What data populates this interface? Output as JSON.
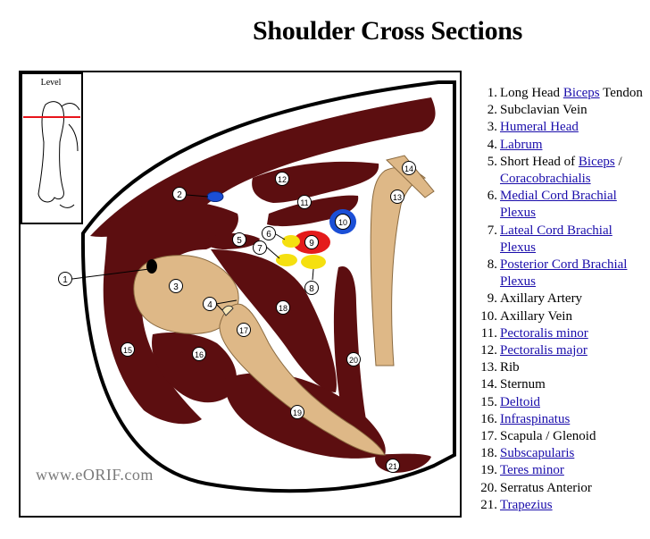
{
  "page": {
    "title": "Shoulder Cross Sections"
  },
  "figure": {
    "inset_label": "Level",
    "watermark": "www.eORIF.com",
    "callouts": [
      "1",
      "2",
      "3",
      "4",
      "5",
      "6",
      "7",
      "8",
      "9",
      "10",
      "11",
      "12",
      "13",
      "14",
      "15",
      "16",
      "17",
      "18",
      "19",
      "20",
      "21"
    ]
  },
  "legend": [
    {
      "num": "1.",
      "parts": [
        {
          "t": "Long Head "
        },
        {
          "t": "Biceps",
          "link": true
        },
        {
          "t": " Tendon"
        }
      ]
    },
    {
      "num": "2.",
      "parts": [
        {
          "t": "Subclavian Vein"
        }
      ]
    },
    {
      "num": "3.",
      "parts": [
        {
          "t": "Humeral Head",
          "link": true
        }
      ]
    },
    {
      "num": "4.",
      "parts": [
        {
          "t": "Labrum",
          "link": true
        }
      ]
    },
    {
      "num": "5.",
      "parts": [
        {
          "t": "Short Head of "
        },
        {
          "t": "Biceps",
          "link": true
        },
        {
          "t": " / "
        },
        {
          "t": "Coracobrachialis",
          "link": true
        }
      ]
    },
    {
      "num": "6.",
      "parts": [
        {
          "t": "Medial Cord Brachial Plexus",
          "link": true
        }
      ]
    },
    {
      "num": "7.",
      "parts": [
        {
          "t": "Lateal Cord Brachial Plexus",
          "link": true
        }
      ]
    },
    {
      "num": "8.",
      "parts": [
        {
          "t": "Posterior Cord Brachial Plexus",
          "link": true
        }
      ]
    },
    {
      "num": "9.",
      "parts": [
        {
          "t": "Axillary Artery"
        }
      ]
    },
    {
      "num": "10.",
      "parts": [
        {
          "t": "Axillary Vein"
        }
      ]
    },
    {
      "num": "11.",
      "parts": [
        {
          "t": "Pectoralis minor",
          "link": true
        }
      ]
    },
    {
      "num": "12.",
      "parts": [
        {
          "t": "Pectoralis major",
          "link": true
        }
      ]
    },
    {
      "num": "13.",
      "parts": [
        {
          "t": "Rib"
        }
      ]
    },
    {
      "num": "14.",
      "parts": [
        {
          "t": "Sternum"
        }
      ]
    },
    {
      "num": "15.",
      "parts": [
        {
          "t": "Deltoid",
          "link": true
        }
      ]
    },
    {
      "num": "16.",
      "parts": [
        {
          "t": "Infraspinatus",
          "link": true
        }
      ]
    },
    {
      "num": "17.",
      "parts": [
        {
          "t": "Scapula / Glenoid"
        }
      ]
    },
    {
      "num": "18.",
      "parts": [
        {
          "t": "Subscapularis",
          "link": true
        }
      ]
    },
    {
      "num": "19.",
      "parts": [
        {
          "t": "Teres minor",
          "link": true
        }
      ]
    },
    {
      "num": "20.",
      "parts": [
        {
          "t": "Serratus Anterior"
        }
      ]
    },
    {
      "num": "21.",
      "parts": [
        {
          "t": "Trapezius",
          "link": true
        }
      ]
    }
  ],
  "colors": {
    "muscle": "#5c0e10",
    "bone": "#deb887",
    "artery": "#e41b1b",
    "vein": "#1b4fd6",
    "nerve": "#f5e010",
    "level_line": "#e8141b",
    "link": "#1a0dab"
  }
}
